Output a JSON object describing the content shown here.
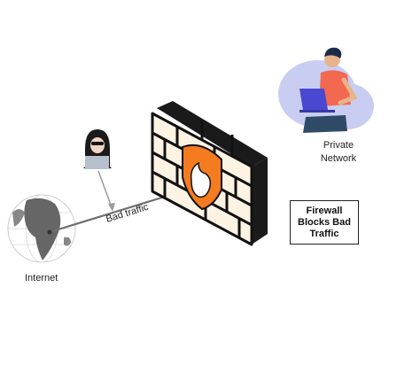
{
  "labels": {
    "private_network": "Private\nNetwork",
    "internet": "Internet",
    "bad_traffic": "Bad traffic",
    "firewall_box": "Firewall\nBlocks Bad\nTraffic"
  },
  "icons": [
    "hacker-icon",
    "globe-icon",
    "firewall-icon",
    "shield-flame-icon",
    "laptop-user-icon"
  ],
  "colors": {
    "shield_orange": "#f47b20",
    "brick_fill": "#fdf3e3",
    "brick_outline": "#111111",
    "blob_lavender": "#c9cdf1",
    "arrow_gray": "#9b9b9b"
  }
}
